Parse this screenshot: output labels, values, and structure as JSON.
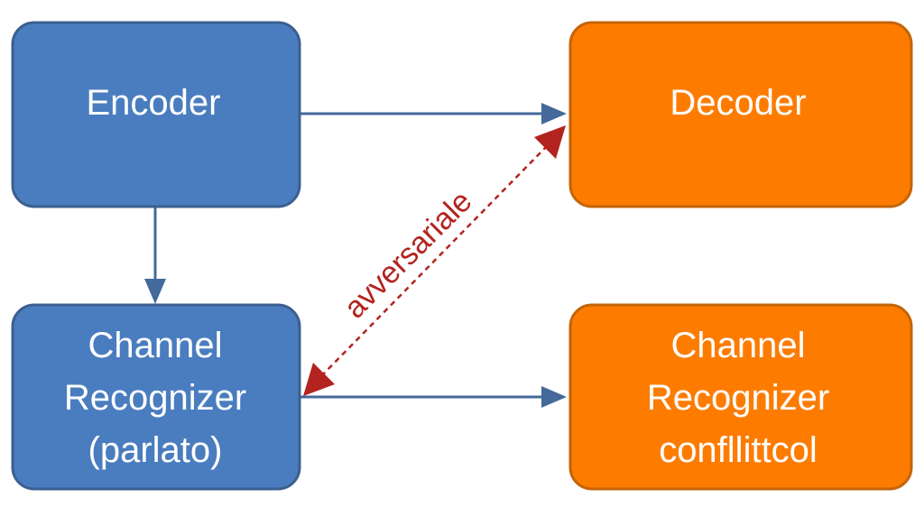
{
  "colors": {
    "blue_fill": "#4a7dbf",
    "blue_stroke": "#3b5f8f",
    "orange_fill": "#fd7c00",
    "orange_stroke": "#c46408",
    "arrow": "#44699a",
    "adversarial": "#b3231f"
  },
  "nodes": {
    "encoder": {
      "lines": [
        "Encoder"
      ]
    },
    "decoder": {
      "lines": [
        "Decoder"
      ]
    },
    "channel_speech": {
      "lines": [
        "Channel",
        "Recognizer",
        "(parlato)"
      ]
    },
    "channel_conflict": {
      "lines": [
        "Channel",
        "Recognizer",
        "confllittcol"
      ]
    }
  },
  "edges": {
    "adversarial_label": "avversariale"
  }
}
